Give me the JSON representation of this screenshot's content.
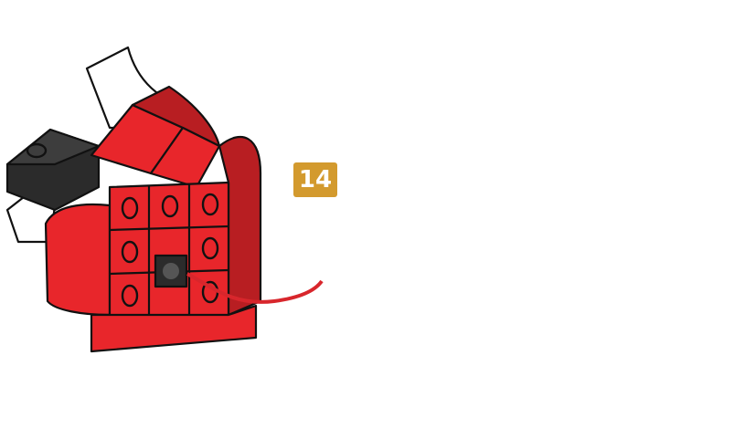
{
  "step": {
    "number": "14"
  },
  "colors": {
    "red": "#e8262b",
    "red_dark": "#b81e22",
    "blue": "#2a47a3",
    "blue_dark": "#1c3178",
    "black": "#2b2b2b",
    "black_light": "#3d3d3d",
    "white": "#ffffff",
    "outline": "#111111",
    "cable": "#d8262c",
    "badge": "#d39a2e",
    "connector_grey": "#cfcfcf"
  },
  "illustration": {
    "parts": [
      "left-tail-assembly",
      "stegosaurus-body",
      "neck-and-head",
      "battery-connector",
      "cable",
      "right-partial-assembly"
    ]
  }
}
